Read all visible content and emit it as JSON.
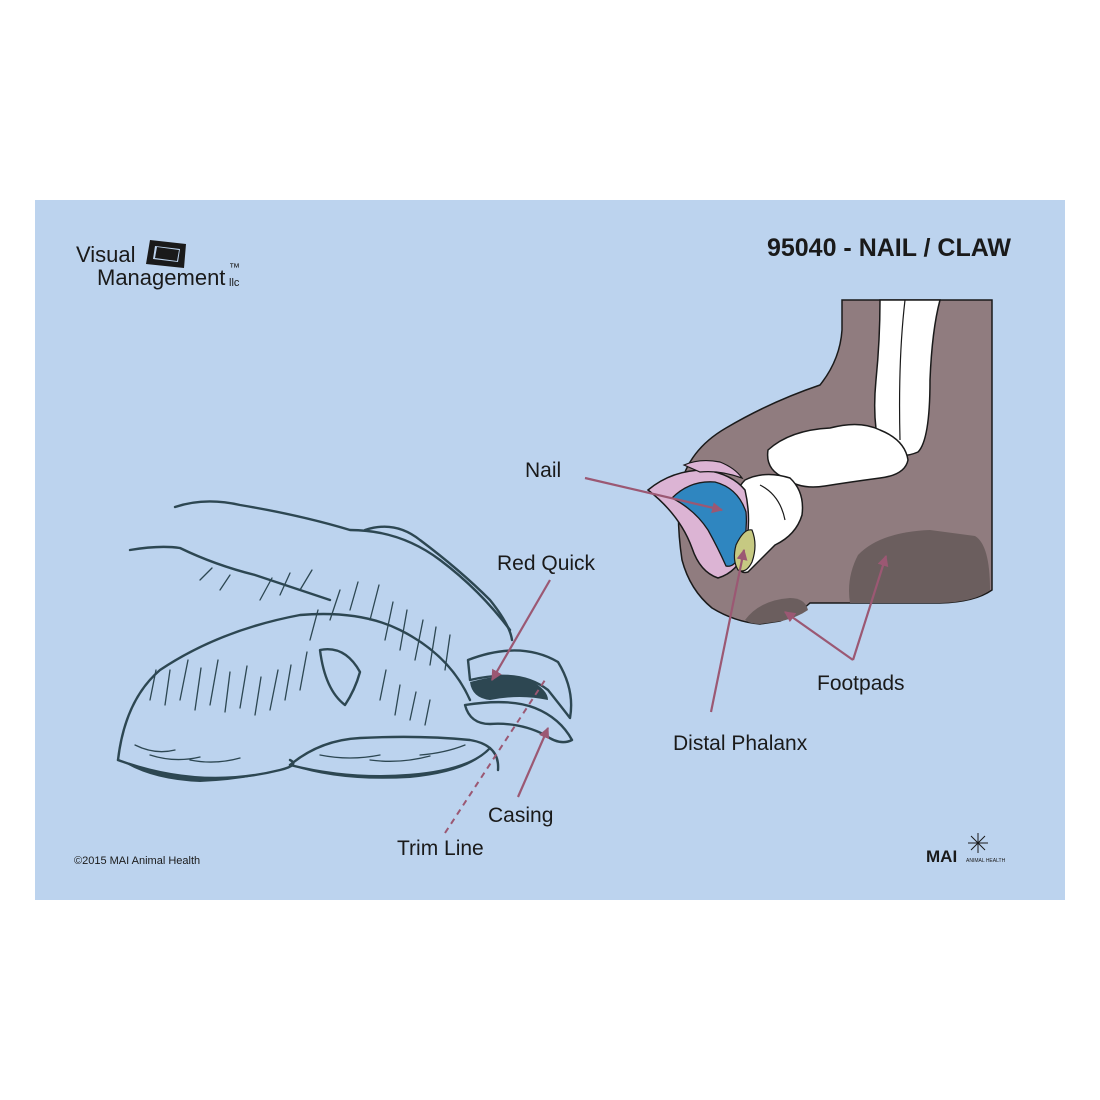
{
  "header": {
    "logo_line1": "Visual",
    "logo_line2": "Management",
    "logo_suffix": "llc",
    "logo_tm": "™",
    "title": "95040 - NAIL / CLAW"
  },
  "labels": {
    "nail": "Nail",
    "red_quick": "Red Quick",
    "casing": "Casing",
    "trim_line": "Trim Line",
    "distal_phalanx": "Distal Phalanx",
    "footpads": "Footpads"
  },
  "footer": {
    "copyright": "©2015 MAI Animal Health",
    "brand": "MAI",
    "brand_sub": "ANIMAL HEALTH"
  },
  "colors": {
    "card_background": "#bcd3ee",
    "paw": "#907c7f",
    "footpad": "#6b5e5e",
    "nail": "#dcb4d4",
    "quick": "#2f86c0",
    "phalanx": "#c6c982",
    "bone": "#ffffff",
    "arrow": "#9b5873",
    "sketch": "#2d4752"
  },
  "icons": {
    "logo": "visual-management-logo-icon",
    "mai_star": "star-burst-icon"
  }
}
